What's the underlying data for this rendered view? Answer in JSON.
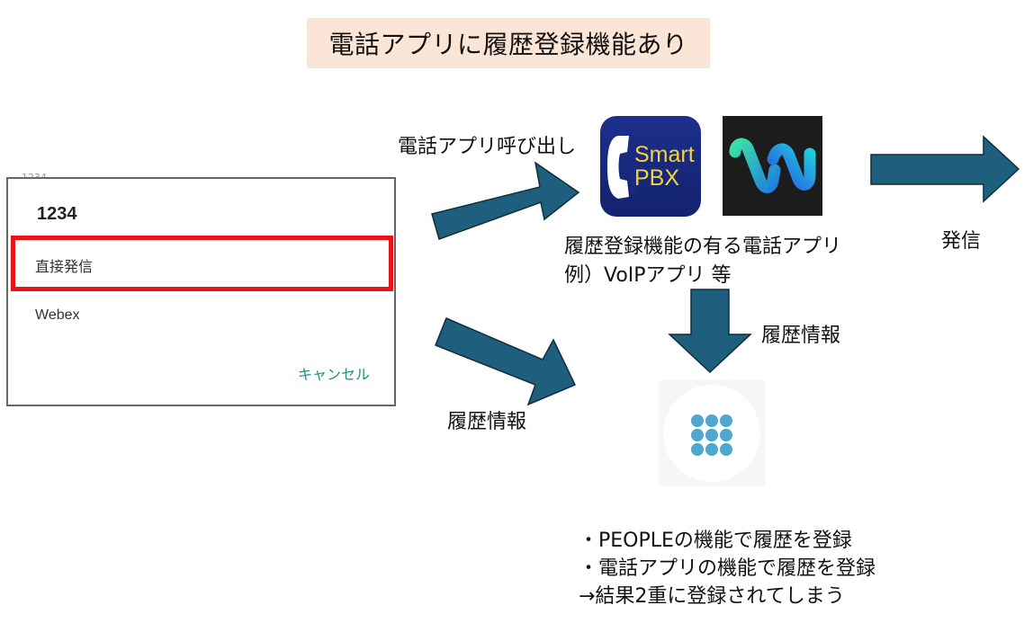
{
  "title": "電話アプリに履歴登録機能あり",
  "dialog": {
    "ghost_text": "1234",
    "number": "1234",
    "option_direct": "直接発信",
    "option_webex": "Webex",
    "cancel": "キャンセル"
  },
  "labels": {
    "call_app": "電話アプリ呼び出し",
    "history_left": "履歴情報",
    "history_right": "履歴情報",
    "dial_out": "発信",
    "apps_caption_1": "履歴登録機能の有る電話アプリ",
    "apps_caption_2": "例）VoIPアプリ 等"
  },
  "apps": {
    "pbx": {
      "icon": "smart-pbx-icon",
      "line1": "Smart",
      "line2": "PBX"
    },
    "webex": {
      "icon": "webex-icon"
    },
    "people": {
      "icon": "people-keypad-icon"
    }
  },
  "notes": [
    "・PEOPLEの機能で履歴を登録",
    "・電話アプリの機能で履歴を登録",
    "→結果2重に登録されてしまう"
  ],
  "colors": {
    "arrow": "#1f5f7e",
    "arrow_stroke": "#0e2d3e",
    "highlight": "#e8141b",
    "cancel_text": "#1d8f86",
    "title_bg": "#fbe5d6",
    "keypad": "#4fa6cf"
  }
}
